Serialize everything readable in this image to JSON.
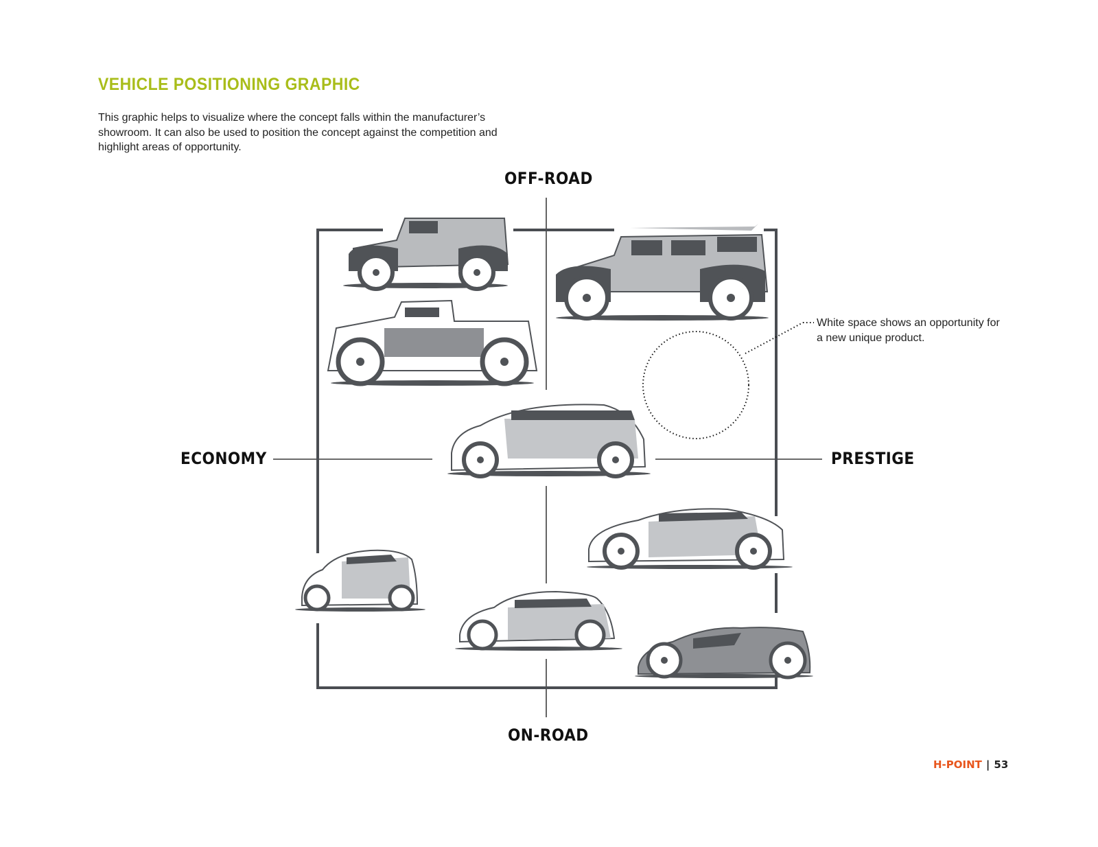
{
  "header": {
    "title": "VEHICLE POSITIONING GRAPHIC",
    "intro": "This graphic helps to visualize where the concept falls within the manufacturer’s showroom. It can also be used to position the concept against the competition and highlight areas of opportunity."
  },
  "axes": {
    "top": "OFF-ROAD",
    "bottom": "ON-ROAD",
    "left": "ECONOMY",
    "right": "PRESTIGE"
  },
  "annotation": {
    "text": "White space shows an opportunity for a new unique product."
  },
  "vehicles": [
    {
      "name": "compact-suv",
      "quadrant": "economy-offroad"
    },
    {
      "name": "pickup-truck",
      "quadrant": "economy-offroad"
    },
    {
      "name": "full-size-suv",
      "quadrant": "prestige-offroad"
    },
    {
      "name": "crossover-concept",
      "quadrant": "center"
    },
    {
      "name": "microcar",
      "quadrant": "economy-onroad"
    },
    {
      "name": "hatchback",
      "quadrant": "economy-onroad"
    },
    {
      "name": "luxury-coupe",
      "quadrant": "prestige-onroad"
    },
    {
      "name": "supercar",
      "quadrant": "prestige-onroad"
    }
  ],
  "colors": {
    "title": "#a9bd1a",
    "brand": "#e8551c",
    "frame": "#4a4d52",
    "body_light": "#b9bbbe",
    "body_dark": "#505357"
  },
  "footer": {
    "brand": "H-POINT",
    "separator": "|",
    "page": "53"
  }
}
